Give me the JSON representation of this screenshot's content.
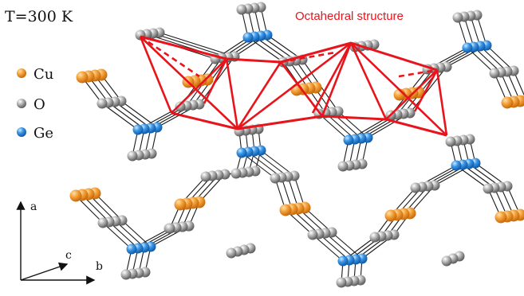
{
  "title": "T=300 K",
  "annotation": {
    "text": "Octahedral structure",
    "color": "#e8141c"
  },
  "legend": [
    {
      "label": "Cu",
      "color": "#f39a2b"
    },
    {
      "label": "O",
      "color": "#9a9a9a"
    },
    {
      "label": "Ge",
      "color": "#2f8fe0"
    }
  ],
  "axes": {
    "a": "a",
    "c": "c",
    "b": "b"
  },
  "colors": {
    "bond": "#1a1a1a",
    "octahedron": "#e8141c"
  }
}
